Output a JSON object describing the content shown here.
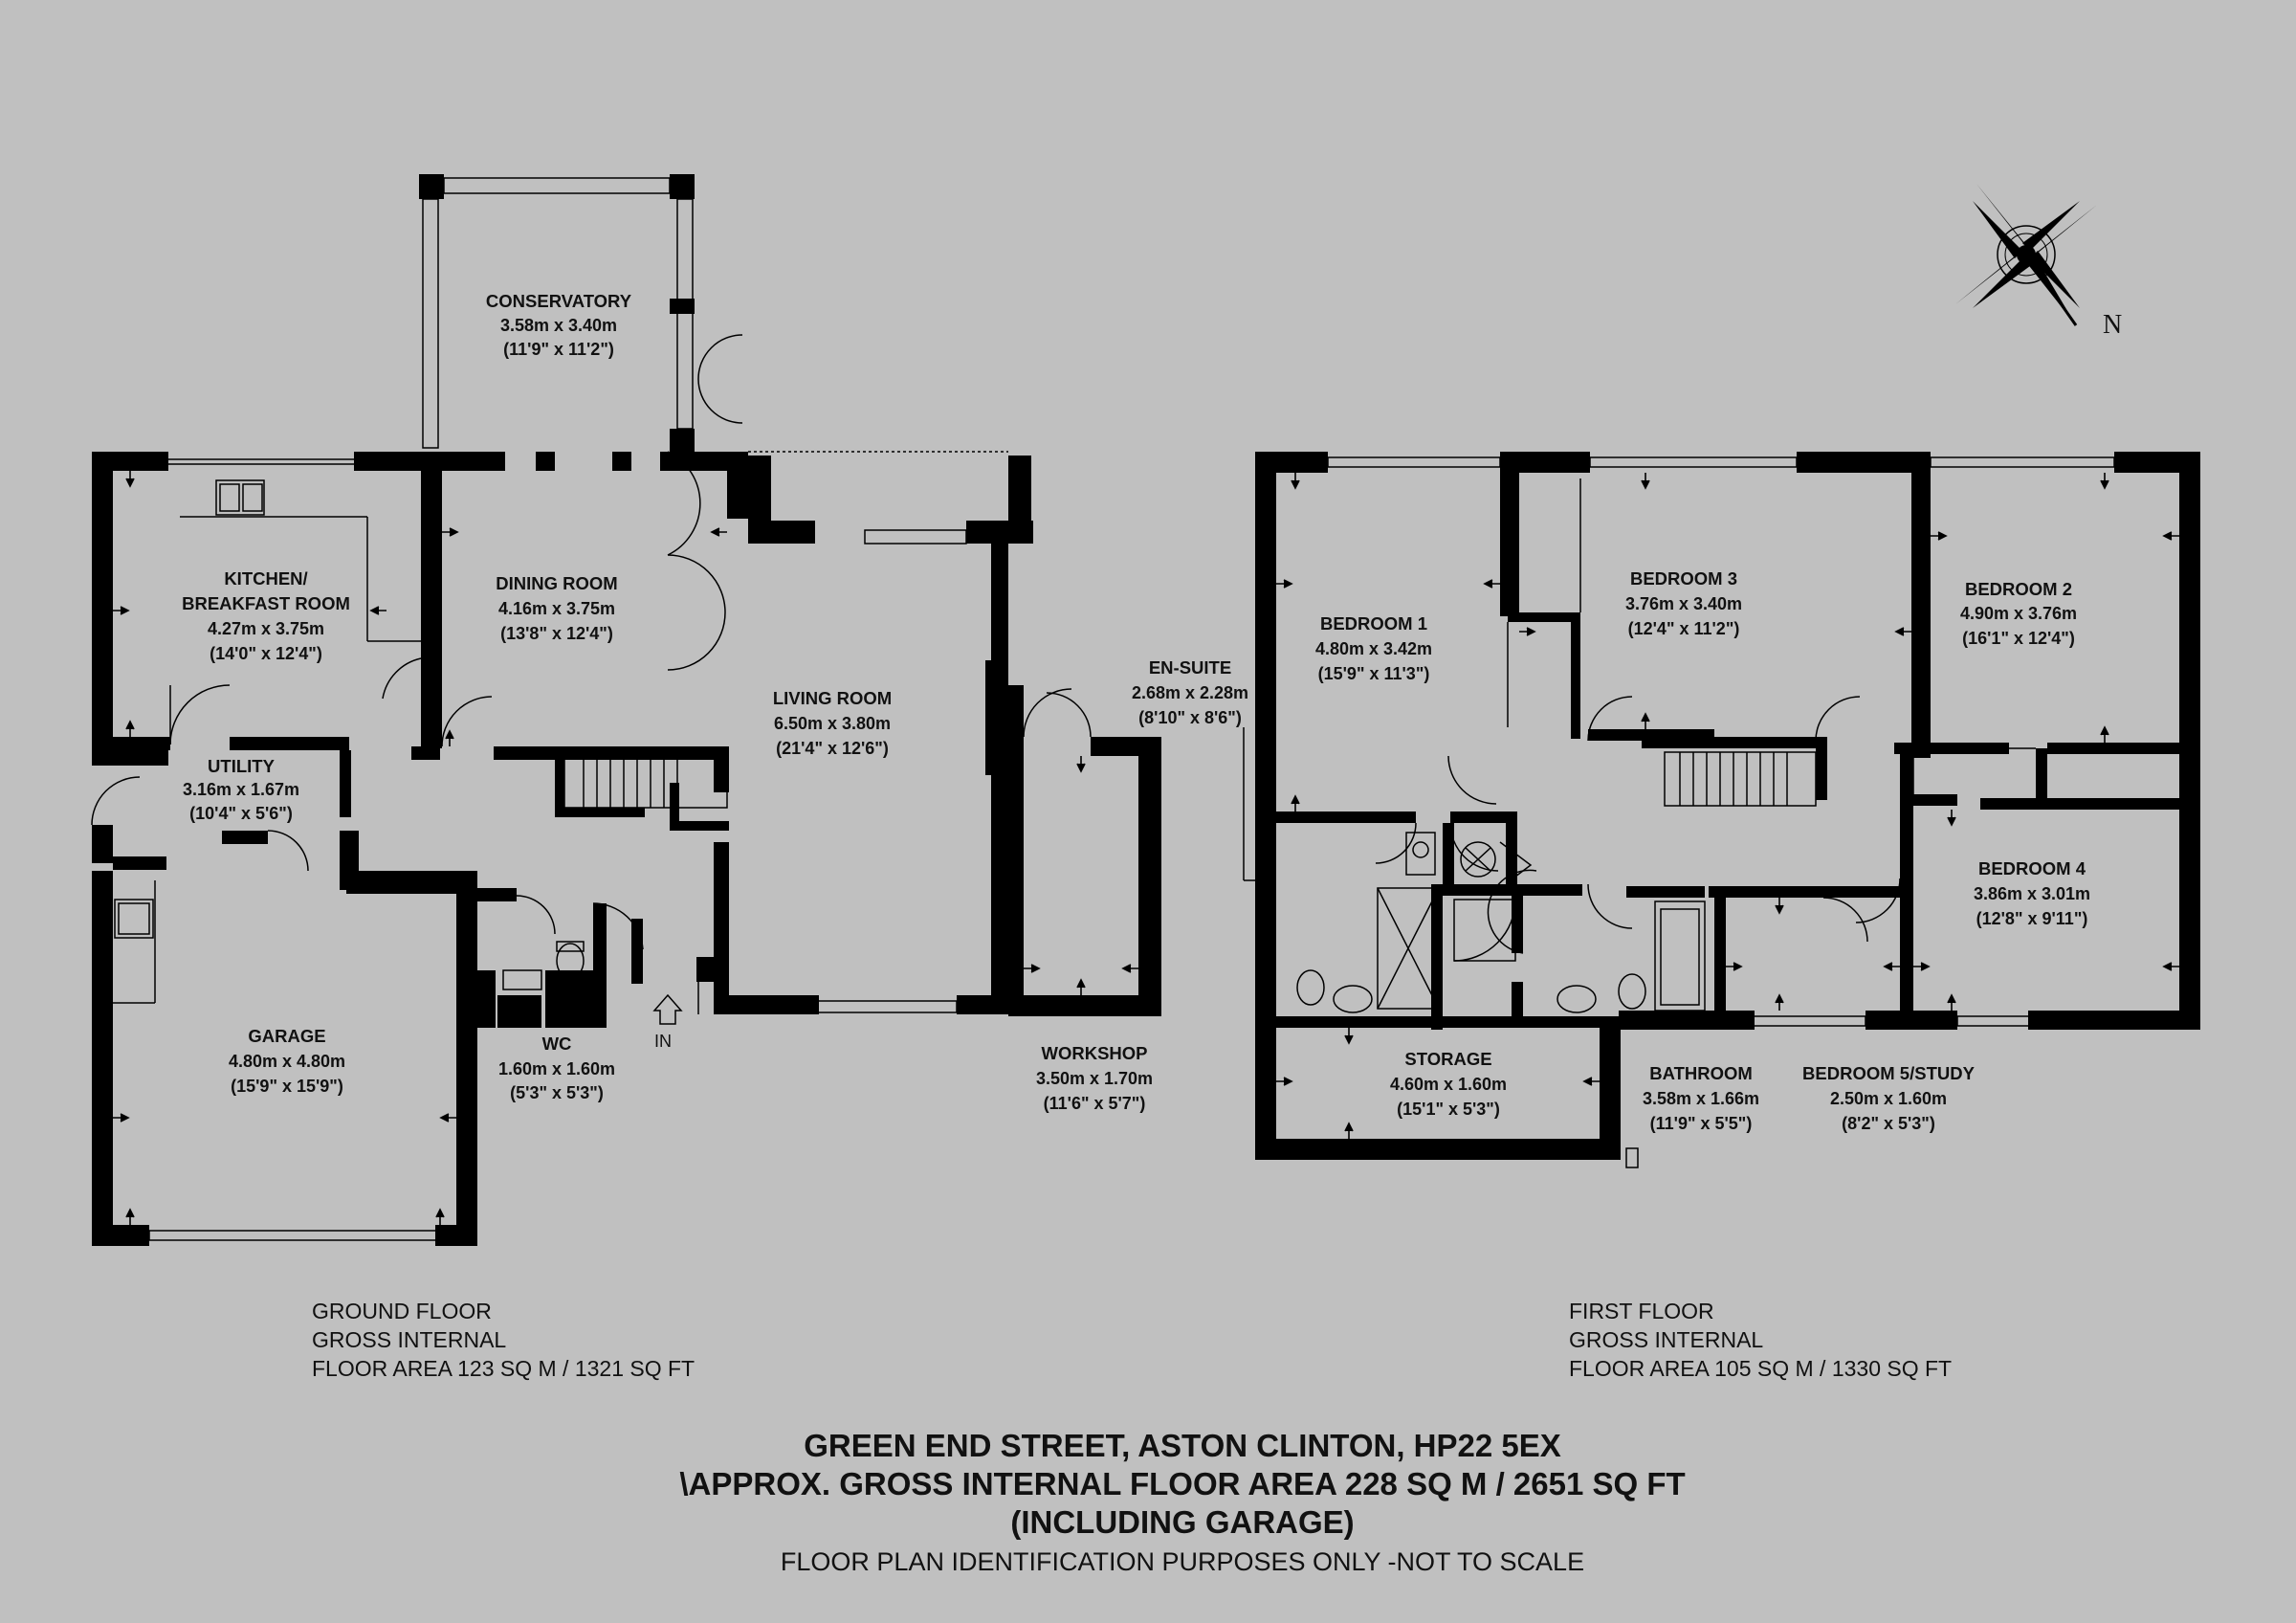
{
  "rooms": [
    {
      "name": "CONSERVATORY",
      "metric": "3.58m x 3.40m",
      "imperial": "(11'9\" x 11'2\")"
    },
    {
      "name": "KITCHEN/",
      "name2": "BREAKFAST ROOM",
      "metric": "4.27m x 3.75m",
      "imperial": "(14'0\" x 12'4\")"
    },
    {
      "name": "DINING ROOM",
      "metric": "4.16m x 3.75m",
      "imperial": "(13'8\" x 12'4\")"
    },
    {
      "name": "LIVING ROOM",
      "metric": "6.50m x 3.80m",
      "imperial": "(21'4\" x 12'6\")"
    },
    {
      "name": "UTILITY",
      "metric": "3.16m x 1.67m",
      "imperial": "(10'4\" x 5'6\")"
    },
    {
      "name": "GARAGE",
      "metric": "4.80m x 4.80m",
      "imperial": "(15'9\" x 15'9\")"
    },
    {
      "name": "WC",
      "metric": "1.60m x 1.60m",
      "imperial": "(5'3\" x 5'3\")"
    },
    {
      "name": "WORKSHOP",
      "metric": "3.50m x 1.70m",
      "imperial": "(11'6\" x 5'7\")"
    },
    {
      "name": "EN-SUITE",
      "metric": "2.68m x 2.28m",
      "imperial": "(8'10\" x 8'6\")"
    },
    {
      "name": "BEDROOM 1",
      "metric": "4.80m x 3.42m",
      "imperial": "(15'9\" x 11'3\")"
    },
    {
      "name": "BEDROOM 3",
      "metric": "3.76m x 3.40m",
      "imperial": "(12'4\" x 11'2\")"
    },
    {
      "name": "BEDROOM 2",
      "metric": "4.90m x 3.76m",
      "imperial": "(16'1\" x 12'4\")"
    },
    {
      "name": "BEDROOM 4",
      "metric": "3.86m x 3.01m",
      "imperial": "(12'8\" x 9'11\")"
    },
    {
      "name": "STORAGE",
      "metric": "4.60m x 1.60m",
      "imperial": "(15'1\" x 5'3\")"
    },
    {
      "name": "BATHROOM",
      "metric": "3.58m x 1.66m",
      "imperial": "(11'9\" x 5'5\")"
    },
    {
      "name": "BEDROOM 5/STUDY",
      "metric": "2.50m x 1.60m",
      "imperial": "(8'2\" x 5'3\")"
    }
  ],
  "entrance": "IN",
  "compass": "N",
  "ground_floor": {
    "line1": "GROUND FLOOR",
    "line2": "GROSS INTERNAL",
    "line3": "FLOOR AREA 123 SQ M / 1321 SQ FT"
  },
  "first_floor": {
    "line1": "FIRST FLOOR",
    "line2": "GROSS INTERNAL",
    "line3": "FLOOR AREA 105 SQ M / 1330 SQ FT"
  },
  "title": {
    "address": "GREEN END STREET, ASTON CLINTON, HP22 5EX",
    "total": "\\APPROX. GROSS INTERNAL FLOOR AREA 228 SQ M / 2651 SQ FT",
    "garage": "(INCLUDING GARAGE)",
    "disclaimer": "FLOOR PLAN IDENTIFICATION PURPOSES ONLY -NOT TO SCALE"
  },
  "colors": {
    "background": "#c0c0c0",
    "wall": "#000000",
    "ink": "#111111"
  }
}
